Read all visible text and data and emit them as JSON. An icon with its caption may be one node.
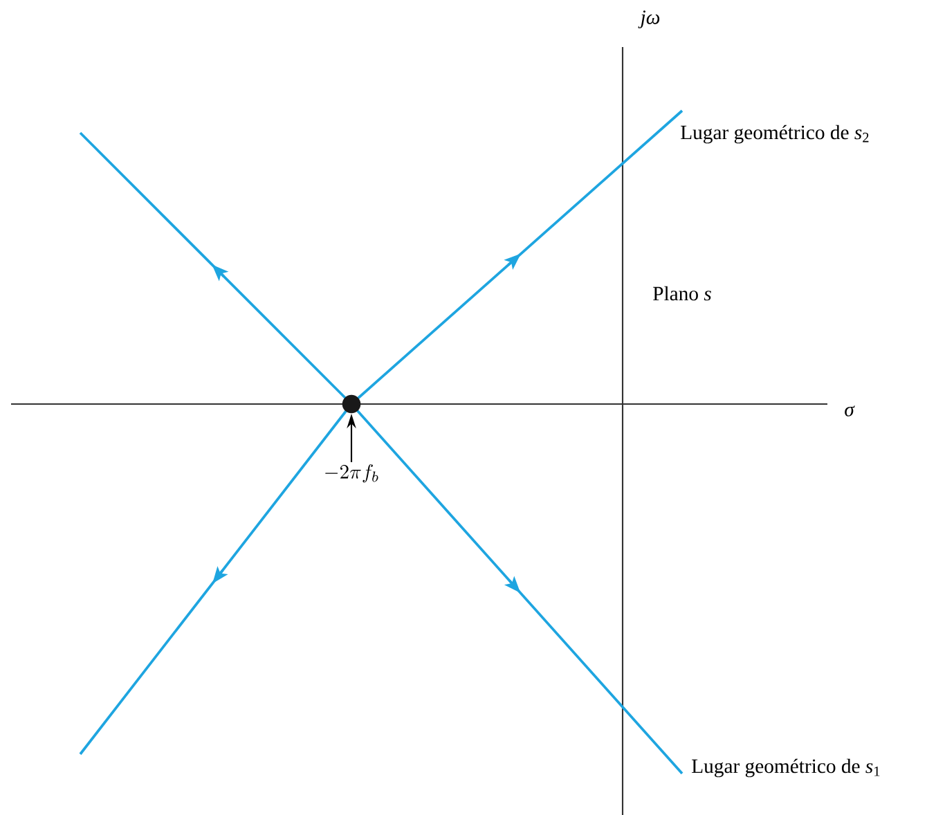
{
  "diagram": {
    "nodes": [
      {
        "text": [
          "-2\\pi f_{b}"
        ]
      },
      {
        "text": [],
        "shape": "circle"
      }
    ],
    "edges": [
      {
        "from": 0,
        "to": 1,
        "arrow": "to"
      }
    ],
    "labels": [
      "*jω*",
      "Lugar geométrico de *s*$_{2}$",
      "Plano *s*",
      "*σ*",
      "Lugar geométrico de *s*$_{1}$"
    ]
  }
}
